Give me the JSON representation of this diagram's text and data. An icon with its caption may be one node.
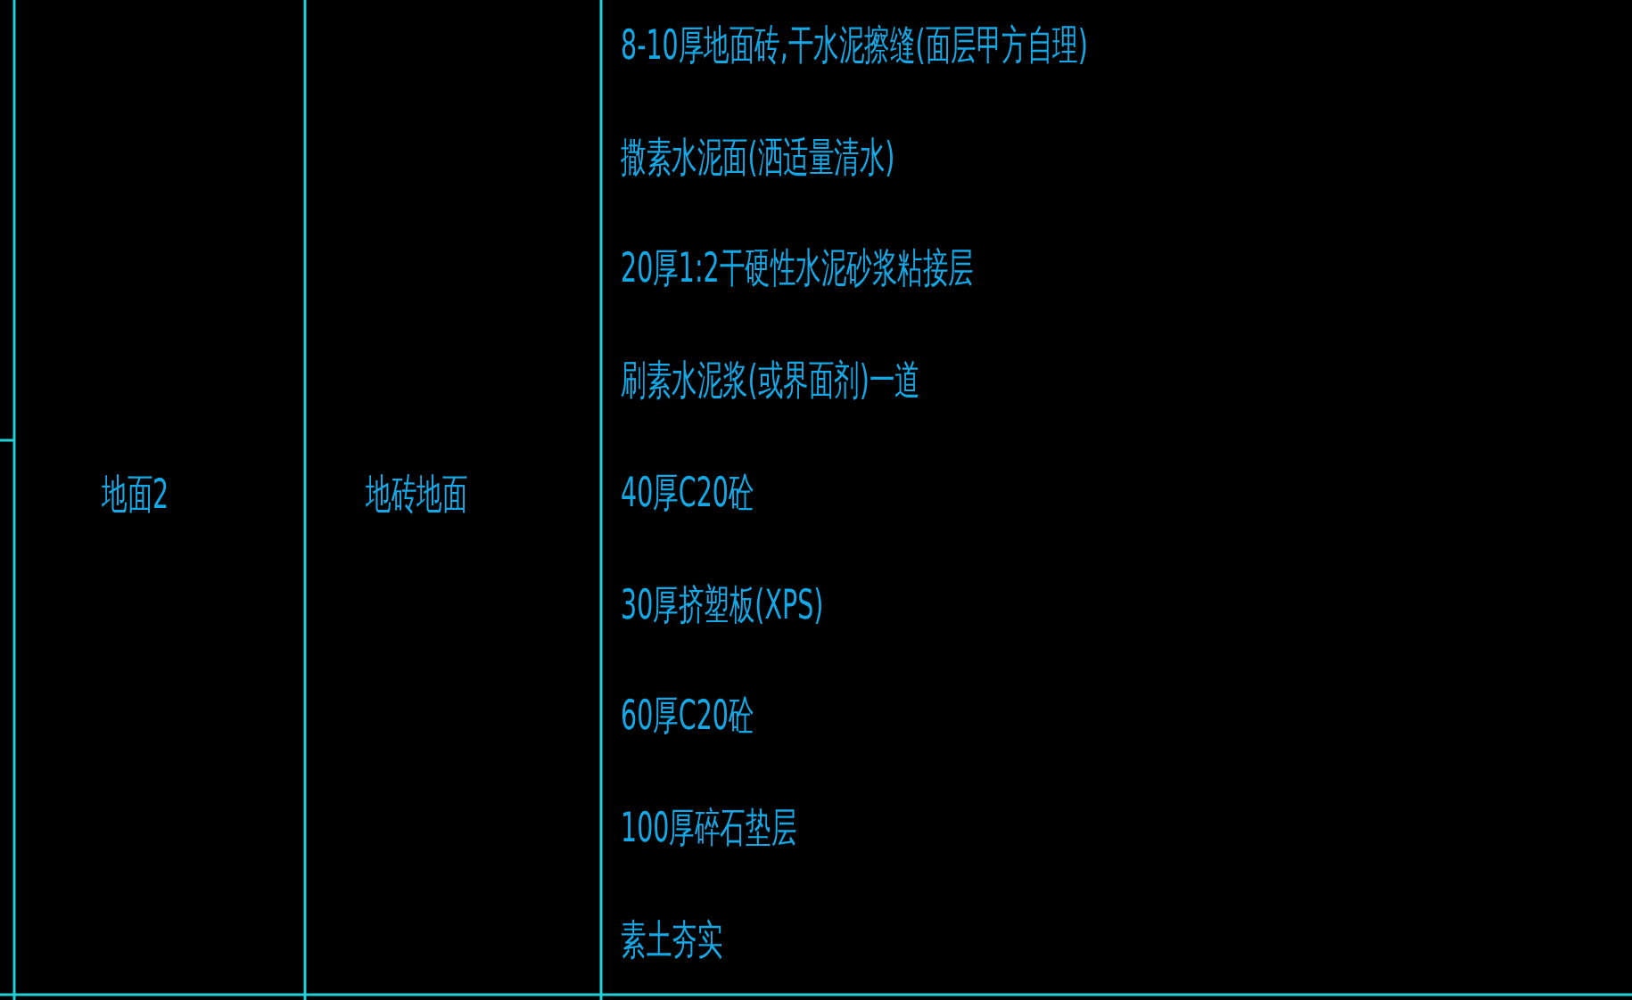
{
  "diagram": {
    "labels": [
      "地面2",
      "地砖地面",
      "8-10厚地面砖,干水泥擦缝(面层甲方自理)",
      "撒素水泥面(洒适量清水)",
      "20厚1:2干硬性水泥砂浆粘接层",
      "刷素水泥浆(或界面剂)一道",
      "40厚C20砼",
      "30厚挤塑板(XPS)",
      "60厚C20砼",
      "100厚碎石垫层",
      "素土夯实"
    ]
  }
}
